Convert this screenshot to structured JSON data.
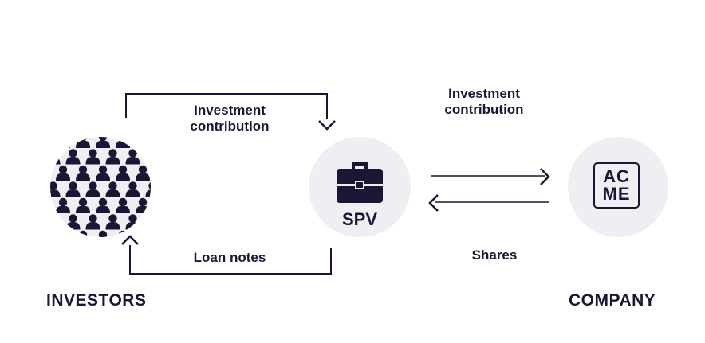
{
  "nodes": {
    "investors": {
      "label": "INVESTORS"
    },
    "spv": {
      "label": "SPV"
    },
    "company": {
      "label": "COMPANY",
      "logo_line1": "AC",
      "logo_line2": "ME"
    }
  },
  "flows": {
    "investors_to_spv": "Investment\ncontribution",
    "spv_to_investors": "Loan notes",
    "spv_to_company": "Investment\ncontribution",
    "company_to_spv": "Shares"
  },
  "colors": {
    "ink": "#1c1535",
    "circle_bg": "#efeef2"
  },
  "icons": {
    "investors": "people-crowd-icon",
    "spv": "briefcase-icon",
    "company": "acme-logo-icon"
  }
}
